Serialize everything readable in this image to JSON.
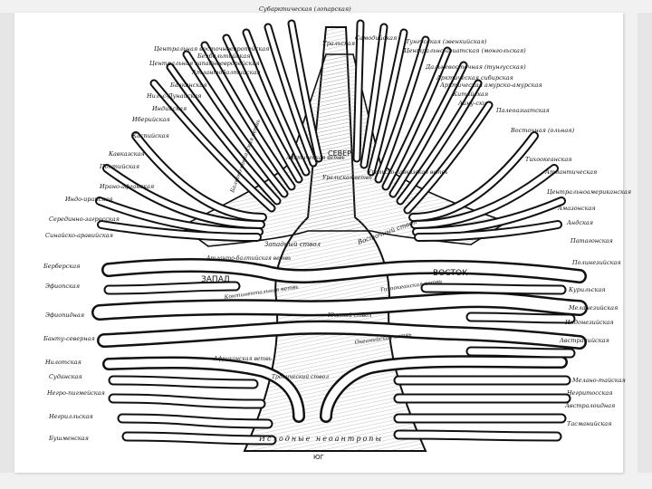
{
  "directions": {
    "north": "СЕВЕР",
    "west": "ЗАПАД",
    "east": "ВОСТОК",
    "south": "ЮГ"
  },
  "bottom_caption": "Исходные неоантропы",
  "inner_labels": {
    "arctic_branch": "Арктическая ветвь",
    "ural_branch": "Уральская ветвь",
    "balkan_branch": "Балкано-кавказская ветвь",
    "cis_branch": "Уральско-кавказская ветвь",
    "western_trunk": "Западный ствол",
    "eastern_trunk": "Восточный ствол",
    "atlantic_branch": "Атланто-балтийская ветвь",
    "continental_branch": "Континентальная ветвь",
    "pacific_branch": "Тихоокеанская ветвь",
    "southern_trunk": "Южный ствол",
    "tropical_trunk": "Тропический ствол",
    "oceanic_branch": "Океанийская ветвь",
    "african_branch": "Африканская ветвь"
  },
  "left_labels": [
    "Центральная восточноевропейская",
    "Белбальтийская",
    "Центральная западноевропейская",
    "Атлантобалтийская",
    "Балканская",
    "Нильс-Дунайская",
    "Индийская",
    "Иберийская",
    "Каспийская",
    "Кавказская",
    "Понтийская",
    "Ирано-афганская",
    "Индо-иранская",
    "Серединно-загросская",
    "Синайско-аравийская",
    "Берберская",
    "Эфиопская",
    "Эфиопидная",
    "Банту-северная",
    "Нилотская",
    "Суданская",
    "Негро-пигмейская",
    "Негрилльская",
    "Бушменская"
  ],
  "top_labels": [
    "Субарктическая (лопарская)",
    "Уральская",
    "Самодийская",
    "Тунгусская (эвенкийская)",
    "Центрально-азиатская (монгольская)",
    "Дальневосточная (тунгусская)"
  ],
  "right_labels": [
    "Арктическая сибирская",
    "Арктическая амурско-амурская",
    "Китайская",
    "Айну-ски",
    "Палеоазиатская",
    "Восточная (ольная)",
    "Тихоокеанская",
    "Атлантическая",
    "Центральноамериканская",
    "Амазонская",
    "Андская",
    "Патагонская",
    "Полинезийская",
    "Курильская",
    "Меланезийская",
    "Индонезийская",
    "Австралийская",
    "Мелано-тайская",
    "Негритосская",
    "Австралоидная",
    "Тасманийская"
  ]
}
